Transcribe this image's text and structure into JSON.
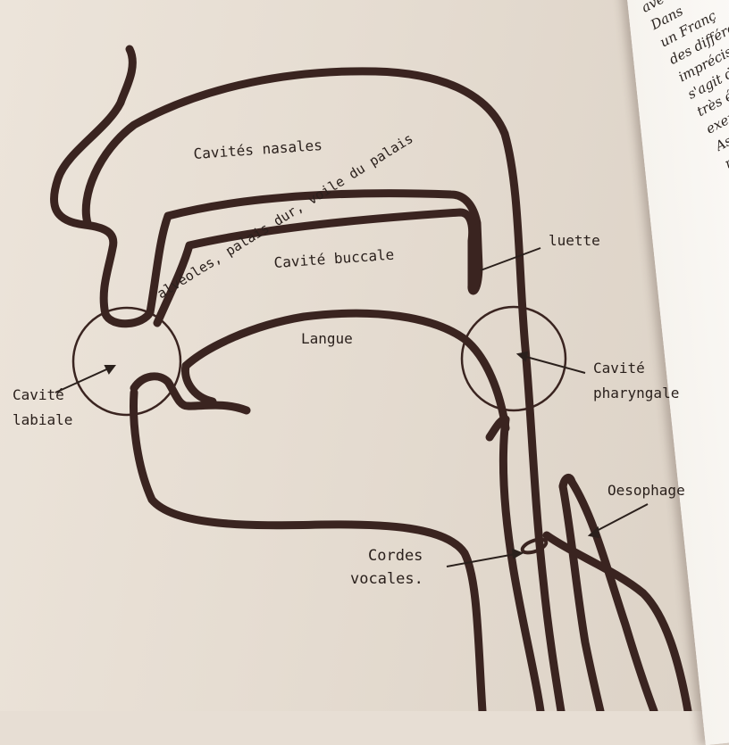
{
  "diagram": {
    "labels": {
      "nasal_cavity": "Cavités nasales",
      "palate": "alvéoles, palais dur, voile du palais",
      "oral_cavity": "Cavité buccale",
      "uvula": "luette",
      "tongue": "Langue",
      "labial_cavity_line1": "Cavité",
      "labial_cavity_line2": "labiale",
      "pharyngeal_cavity_line1": "Cavité",
      "pharyngeal_cavity_line2": "pharyngale",
      "esophagus": "Oesophage",
      "vocal_cords_line1": "Cordes",
      "vocal_cords_line2": "vocales."
    }
  },
  "page_text": {
    "right_margin": "ave\nDans\nun Franç\ndes différent\nimprécisions.\ns'agit d'appr\ntrès éloigné\nexemple le\nAsiatique\nnous trou\nmouveme\nimpossi\nles son\nautre\nlang\nles\npa\nce"
  },
  "colors": {
    "ink": "#3a2420",
    "paper": "#e7ded4"
  }
}
